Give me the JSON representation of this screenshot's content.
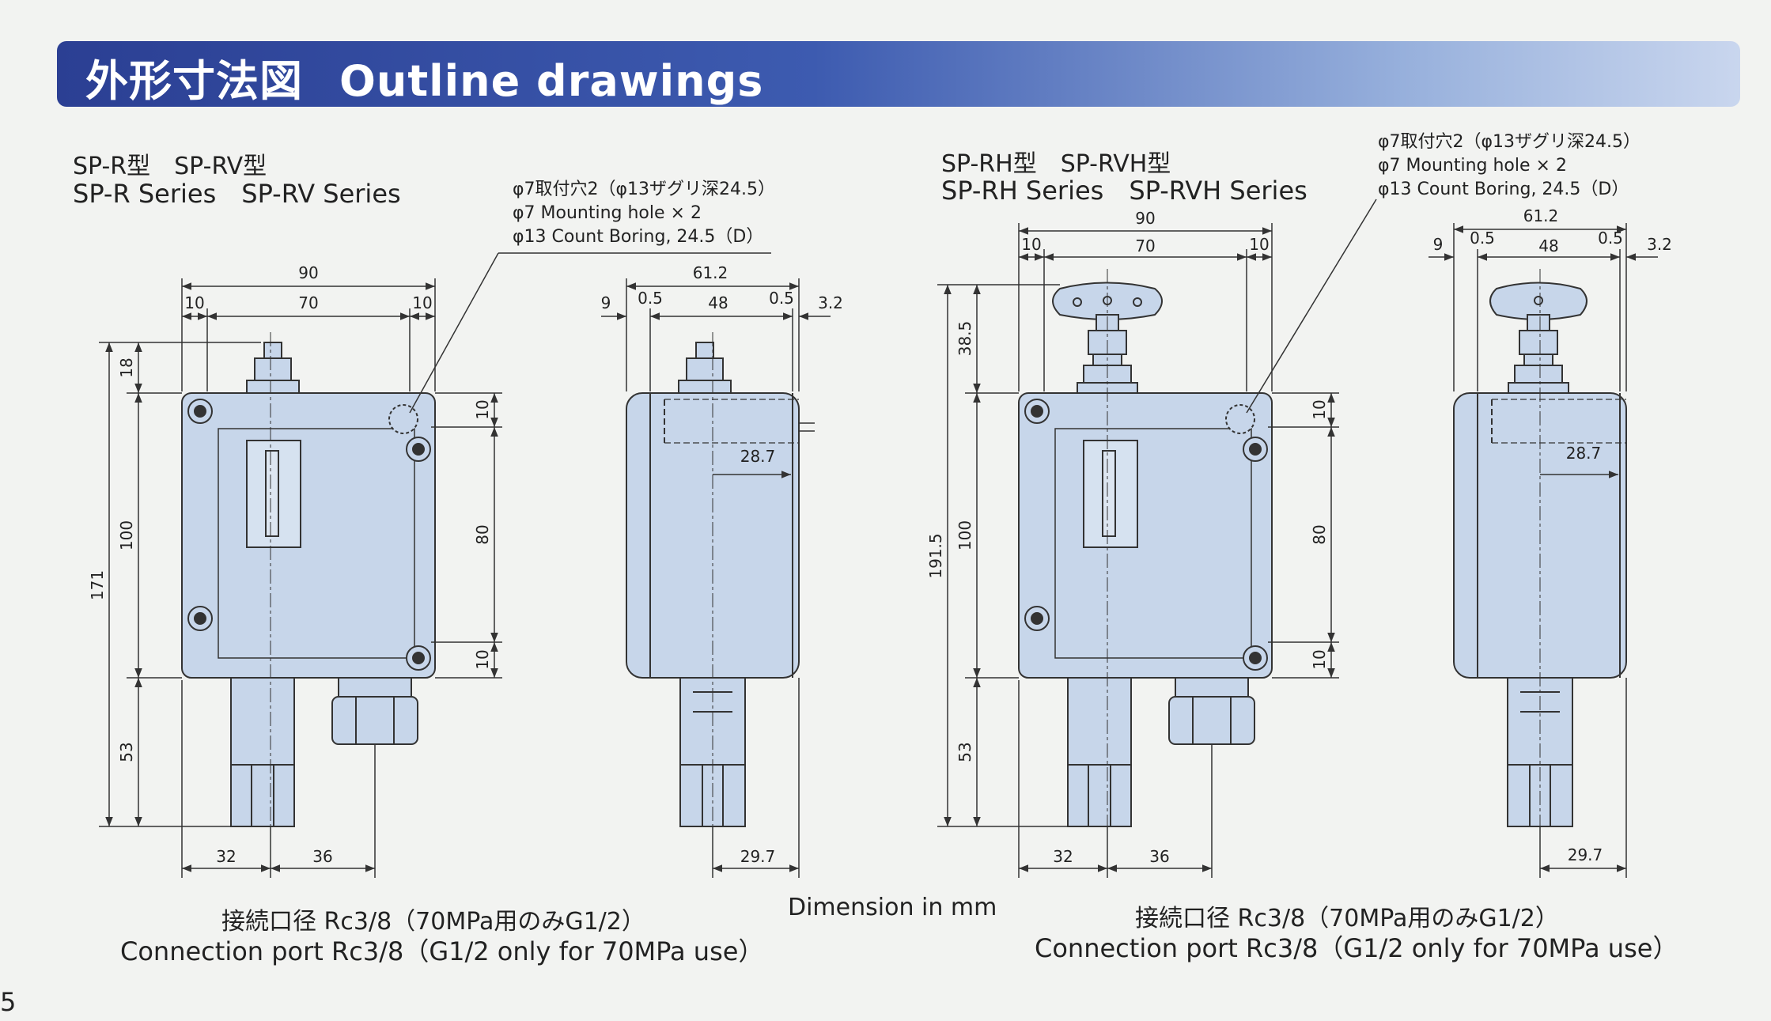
{
  "header": {
    "title_jp": "外形寸法図",
    "title_en": "Outline drawings"
  },
  "left": {
    "series_jp": "SP-R型　SP-RV型",
    "series_en": "SP-R Series　SP-RV Series",
    "note": [
      "φ7取付穴2（φ13ザグリ深24.5）",
      "φ7 Mounting hole × 2",
      "φ13 Count Boring, 24.5（D）"
    ],
    "dims": {
      "w90": "90",
      "w10a": "10",
      "w70": "70",
      "w10b": "10",
      "h18": "18",
      "h100": "100",
      "h171": "171",
      "h53": "53",
      "v10a": "10",
      "v80": "80",
      "v10b": "10",
      "b32": "32",
      "b36": "36",
      "s61": "61.2",
      "s9": "9",
      "s05a": "0.5",
      "s48": "48",
      "s05b": "0.5",
      "s32": "3.2",
      "s287": "28.7",
      "s297": "29.7"
    },
    "caption_jp": "接続口径 Rc3/8（70MPa用のみG1/2）",
    "caption_en": "Connection port Rc3/8（G1/2 only for 70MPa use）"
  },
  "right": {
    "series_jp": "SP-RH型　SP-RVH型",
    "series_en": "SP-RH Series　SP-RVH Series",
    "note": [
      "φ7取付穴2（φ13ザグリ深24.5）",
      "φ7 Mounting hole × 2",
      "φ13 Count Boring, 24.5（D）"
    ],
    "dims": {
      "w90": "90",
      "w10a": "10",
      "w70": "70",
      "w10b": "10",
      "h385": "38.5",
      "h100": "100",
      "h1915": "191.5",
      "h53": "53",
      "v10a": "10",
      "v80": "80",
      "v10b": "10",
      "b32": "32",
      "b36": "36",
      "s61": "61.2",
      "s9": "9",
      "s05a": "0.5",
      "s48": "48",
      "s05b": "0.5",
      "s32": "3.2",
      "s287": "28.7",
      "s297": "29.7"
    },
    "caption_jp": "接続口径 Rc3/8（70MPa用のみG1/2）",
    "caption_en": "Connection port Rc3/8（G1/2 only for 70MPa use）"
  },
  "unit_note": "Dimension in mm",
  "page_number": "5",
  "colors": {
    "body_fill": "#c7d6ea",
    "line": "#333333",
    "header_start": "#2b3f93"
  }
}
